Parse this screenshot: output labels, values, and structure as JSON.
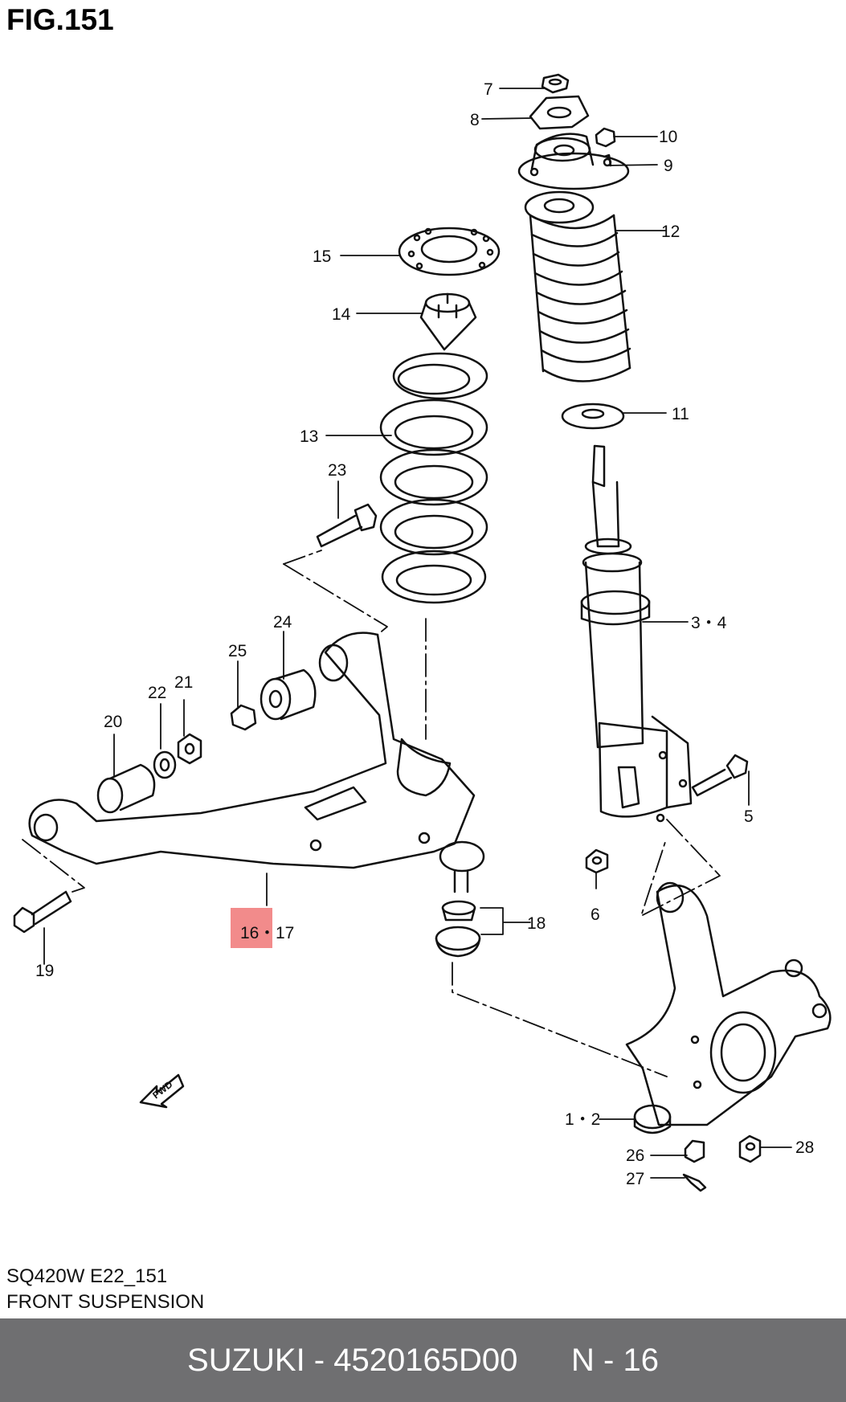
{
  "figure": {
    "title": "FIG.151",
    "code": "SQ420W E22_151",
    "name": "FRONT SUSPENSION",
    "fwd_label": "FWD",
    "highlight_color": "#f28b8b"
  },
  "callouts": [
    {
      "id": "7",
      "label": "7"
    },
    {
      "id": "8",
      "label": "8"
    },
    {
      "id": "10",
      "label": "10"
    },
    {
      "id": "9",
      "label": "9"
    },
    {
      "id": "12",
      "label": "12"
    },
    {
      "id": "15",
      "label": "15"
    },
    {
      "id": "14",
      "label": "14"
    },
    {
      "id": "11",
      "label": "11"
    },
    {
      "id": "13",
      "label": "13"
    },
    {
      "id": "23",
      "label": "23"
    },
    {
      "id": "24",
      "label": "24"
    },
    {
      "id": "3-4",
      "label": "3・4"
    },
    {
      "id": "25",
      "label": "25"
    },
    {
      "id": "22",
      "label": "22"
    },
    {
      "id": "21",
      "label": "21"
    },
    {
      "id": "20",
      "label": "20"
    },
    {
      "id": "5",
      "label": "5"
    },
    {
      "id": "6",
      "label": "6"
    },
    {
      "id": "18",
      "label": "18"
    },
    {
      "id": "16",
      "label": "16"
    },
    {
      "id": "17",
      "label": "・17"
    },
    {
      "id": "19",
      "label": "19"
    },
    {
      "id": "1-2",
      "label": "1・2"
    },
    {
      "id": "26",
      "label": "26"
    },
    {
      "id": "28",
      "label": "28"
    },
    {
      "id": "27",
      "label": "27"
    }
  ],
  "footer": {
    "brand_part": "SUZUKI - 4520165D00",
    "page": "N - 16"
  }
}
